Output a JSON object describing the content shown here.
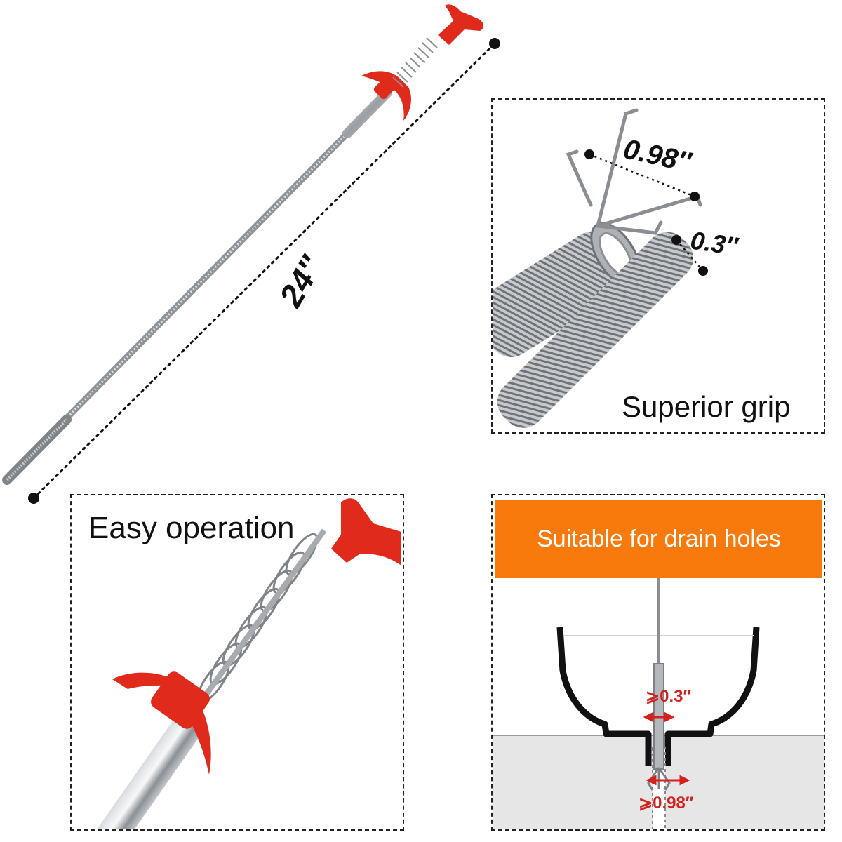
{
  "main_tool": {
    "length_label": "24″"
  },
  "panel_grip": {
    "caption": "Superior grip",
    "claw_width_label": "0.98″",
    "spring_diameter_label": "0.3″"
  },
  "panel_operation": {
    "caption": "Easy operation"
  },
  "panel_drain": {
    "banner": "Suitable for drain holes",
    "min_spring_label": "⩾0.3″",
    "min_hole_label": "⩾0.98″"
  },
  "colors": {
    "handle_red": "#e02a1c",
    "banner_orange": "#f97a0c",
    "steel": "#b9bcc0",
    "dimension_red": "#d4211c"
  }
}
